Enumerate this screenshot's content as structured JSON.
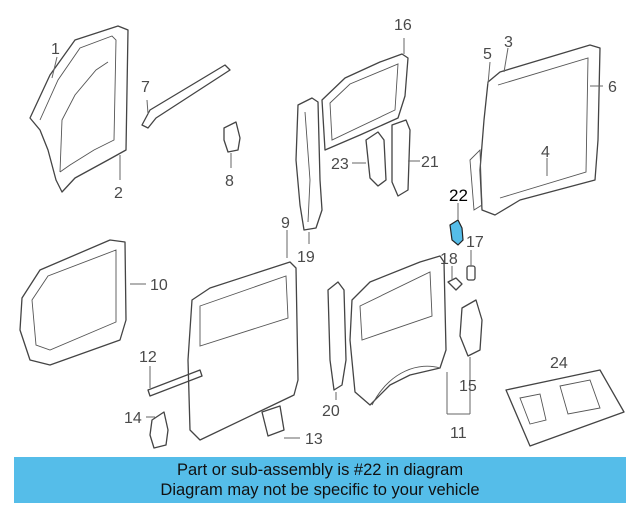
{
  "diagram": {
    "callouts": {
      "c1": "1",
      "c2": "2",
      "c3": "3",
      "c4": "4",
      "c5": "5",
      "c6": "6",
      "c7": "7",
      "c8": "8",
      "c9": "9",
      "c10": "10",
      "c11": "11",
      "c12": "12",
      "c13": "13",
      "c14": "14",
      "c15": "15",
      "c16": "16",
      "c17": "17",
      "c18": "18",
      "c19": "19",
      "c20": "20",
      "c21": "21",
      "c22": "22",
      "c23": "23",
      "c24": "24"
    },
    "highlighted_part": "22",
    "highlight_color": "#55bde9"
  },
  "caption": {
    "line1": "Part or sub-assembly is #22 in diagram",
    "line2": "Diagram may not be specific to your vehicle",
    "background_color": "#55bde9"
  }
}
